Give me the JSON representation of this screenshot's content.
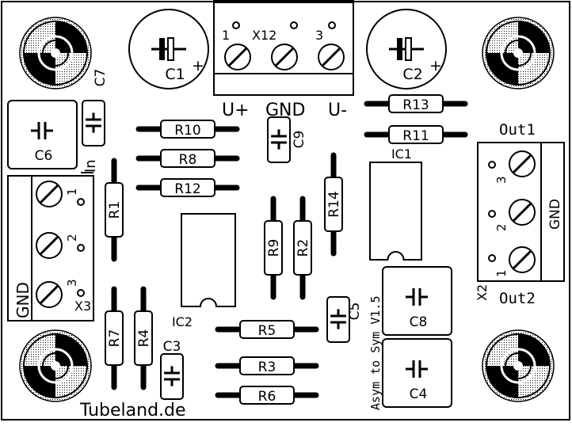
{
  "board": {
    "credit": "Tubeland.de",
    "version_text": "Asym to Sym V1.5",
    "colors": {
      "silkscreen": "#000000",
      "background": "#ffffff"
    }
  },
  "power_connector": {
    "name": "X12",
    "pin_labels": [
      "1",
      "3"
    ],
    "terminal_labels": [
      "U+",
      "GND",
      "U-"
    ]
  },
  "input_connector": {
    "name": "X3",
    "section_label": "In",
    "pin_labels": [
      "1",
      "2",
      "3"
    ],
    "ground_label": "GND"
  },
  "output_connector": {
    "name": "X2",
    "pin_labels": [
      "1",
      "2",
      "3"
    ],
    "ground_label": "GND",
    "out1_label": "Out1",
    "out2_label": "Out2"
  },
  "resistors": [
    "R10",
    "R8",
    "R12",
    "R13",
    "R11",
    "R5",
    "R3",
    "R6",
    "R1",
    "R7",
    "R4",
    "R9",
    "R2",
    "R14"
  ],
  "ics": [
    "IC1",
    "IC2"
  ],
  "capacitors": {
    "electrolytic": [
      "C1",
      "C2"
    ],
    "film_large": [
      "C6",
      "C8",
      "C4"
    ],
    "ceramic_small": [
      "C7",
      "C9",
      "C5",
      "C3"
    ]
  },
  "mounting_holes": 4
}
